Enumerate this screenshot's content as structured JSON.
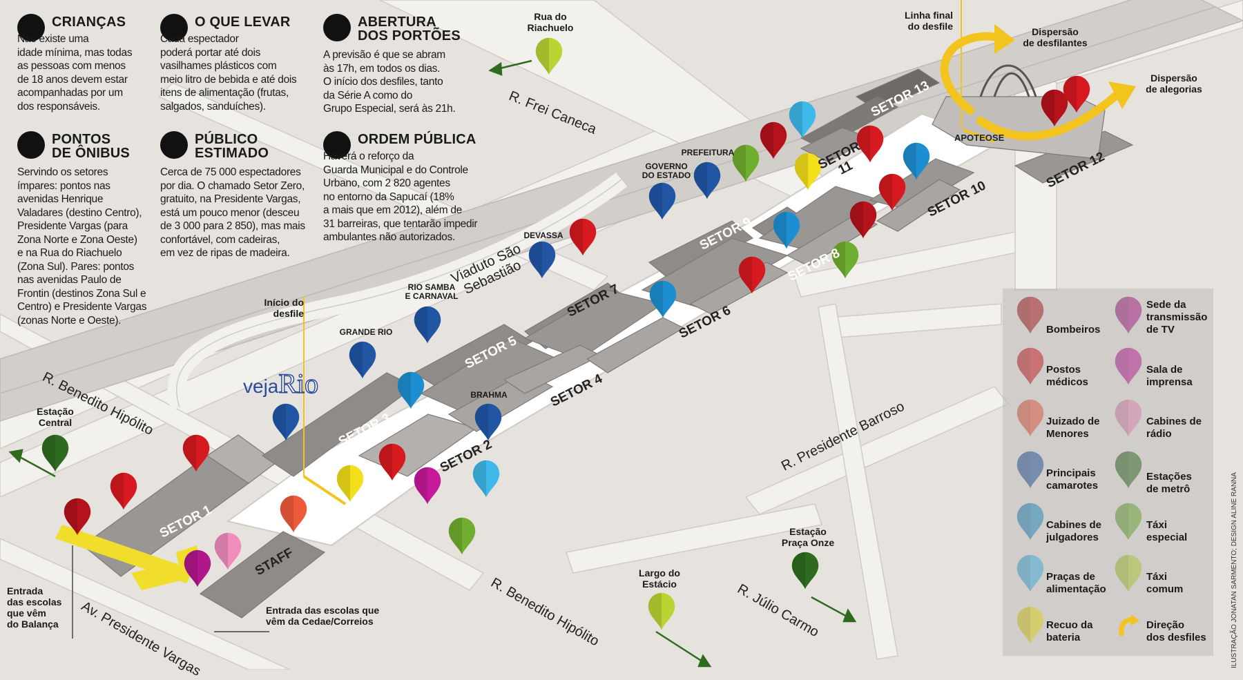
{
  "info": {
    "criancas": {
      "title": "CRIANÇAS",
      "text": "Não existe uma\nidade mínima, mas todas\nas pessoas com menos\nde 18 anos devem estar\nacompanhadas por um\ndos responsáveis."
    },
    "levar": {
      "title": "O QUE LEVAR",
      "text": "Cada espectador\npoderá portar até dois\nvasilhames plásticos com\nmeio litro de bebida e até dois\nitens de alimentação (frutas,\nsalgados, sanduíches)."
    },
    "abertura": {
      "title": "ABERTURA\nDOS PORTÕES",
      "text": "A previsão é que se abram\nàs 17h, em todos os dias.\nO início dos desfiles, tanto\nda Série A como do\nGrupo Especial, será às 21h."
    },
    "onibus": {
      "title": "PONTOS\nDE ÔNIBUS",
      "text": "Servindo os setores\nímpares: pontos nas\navenidas Henrique\nValadares (destino Centro),\nPresidente Vargas (para\nZona Norte e Zona Oeste)\ne na Rua do Riachuelo\n(Zona Sul). Pares: pontos\nnas avenidas Paulo de\nFrontin (destinos Zona Sul e\nCentro) e Presidente Vargas\n(zonas Norte e Oeste)."
    },
    "publico": {
      "title": "PÚBLICO\nESTIMADO",
      "text": "Cerca de 75 000 espectadores\npor dia. O chamado Setor Zero,\ngratuito, na Presidente Vargas,\nestá um pouco menor (desceu\nde 3 000 para 2 850), mas mais\nconfortável, com cadeiras,\nem vez de ripas de madeira."
    },
    "ordem": {
      "title": "ORDEM PÚBLICA",
      "text": "Haverá o reforço da\nGuarda Municipal e do Controle\nUrbano, com 2 820 agentes\nno entorno da Sapucaí (18%\na mais que em 2012), além de\n31 barreiras, que tentarão impedir\nambulantes não autorizados."
    }
  },
  "streets": {
    "frei_caneca": "R. Frei Caneca",
    "viaduto": "Viaduto São\nSebastião",
    "benedito_top": "R. Benedito Hipólito",
    "benedito_bottom": "R. Benedito Hipólito",
    "pres_vargas": "Av. Presidente Vargas",
    "pres_barroso": "R. Presidente Barroso",
    "julio_carmo": "R. Júlio Carmo"
  },
  "sectors": {
    "s1": "SETOR 1",
    "staff": "STAFF",
    "s2": "SETOR 2",
    "s3": "SETOR 3",
    "s4": "SETOR 4",
    "s5": "SETOR 5",
    "s6": "SETOR 6",
    "s7": "SETOR 7",
    "s8": "SETOR 8",
    "s9": "SETOR 9",
    "s10": "SETOR 10",
    "s11": "SETOR\n11",
    "s12": "SETOR 12",
    "s13": "SETOR 13",
    "apoteose": "APOTEOSE"
  },
  "labels": {
    "rua_riachuelo": "Rua do\nRiachuelo",
    "linha_final": "Linha final\ndo desfile",
    "disp_desfilantes": "Dispersão\nde desfilantes",
    "disp_alegorias": "Dispersão\nde alegorias",
    "prefeitura": "PREFEITURA",
    "governo": "GOVERNO\nDO ESTADO",
    "devassa": "DEVASSA",
    "rio_samba": "RIO SAMBA\nE CARNAVAL",
    "grande_rio": "GRANDE RIO",
    "brahma": "BRAHMA",
    "inicio": "Início do\ndesfile",
    "estacao_central": "Estação\nCentral",
    "entrada_balanca": "Entrada\ndas escolas\nque vêm\ndo Balança",
    "entrada_cedae": "Entrada das escolas que\nvêm da Cedae/Correios",
    "largo_estacio": "Largo do\nEstácio",
    "estacao_praca_onze": "Estação\nPraça Onze"
  },
  "brand": {
    "veja": "veja",
    "rio": "Rio"
  },
  "legend": [
    {
      "icon": "fire-icon",
      "label": "Bombeiros",
      "color": "#b5121b"
    },
    {
      "icon": "tv-icon",
      "label": "Sede da\ntransmissão\nde TV",
      "color": "#b0178a"
    },
    {
      "icon": "medical-icon",
      "label": "Postos\nmédicos",
      "color": "#d71920"
    },
    {
      "icon": "globe-icon",
      "label": "Sala de\nimprensa",
      "color": "#c7199a"
    },
    {
      "icon": "child-icon",
      "label": "Juizado de\nMenores",
      "color": "#f05a3c"
    },
    {
      "icon": "microphone-icon",
      "label": "Cabines de\nrádio",
      "color": "#f08dbd"
    },
    {
      "icon": "champagne-icon",
      "label": "Principais\ncamarotes",
      "color": "#2156a5"
    },
    {
      "icon": "metro-icon",
      "label": "Estações\nde metrô",
      "color": "#2e6b1f"
    },
    {
      "icon": "eye-icon",
      "label": "Cabines de\njulgadores",
      "color": "#1d8fd1"
    },
    {
      "icon": "taxi-icon",
      "label": "Táxi\nespecial",
      "color": "#6fae2e"
    },
    {
      "icon": "food-icon",
      "label": "Praças de\nalimentação",
      "color": "#3fb8ea"
    },
    {
      "icon": "taxi-icon",
      "label": "Táxi\ncomum",
      "color": "#b9d433"
    },
    {
      "icon": "drum-icon",
      "label": "Recuo da\nbateria",
      "color": "#f3e01a"
    },
    {
      "icon": "arrow-icon",
      "label": "Direção\ndos desfiles",
      "color": "#f4c41e"
    }
  ],
  "credit": "ILUSTRAÇÃO JONATAN SARMENTO; DESIGN ALINE RANNA"
}
